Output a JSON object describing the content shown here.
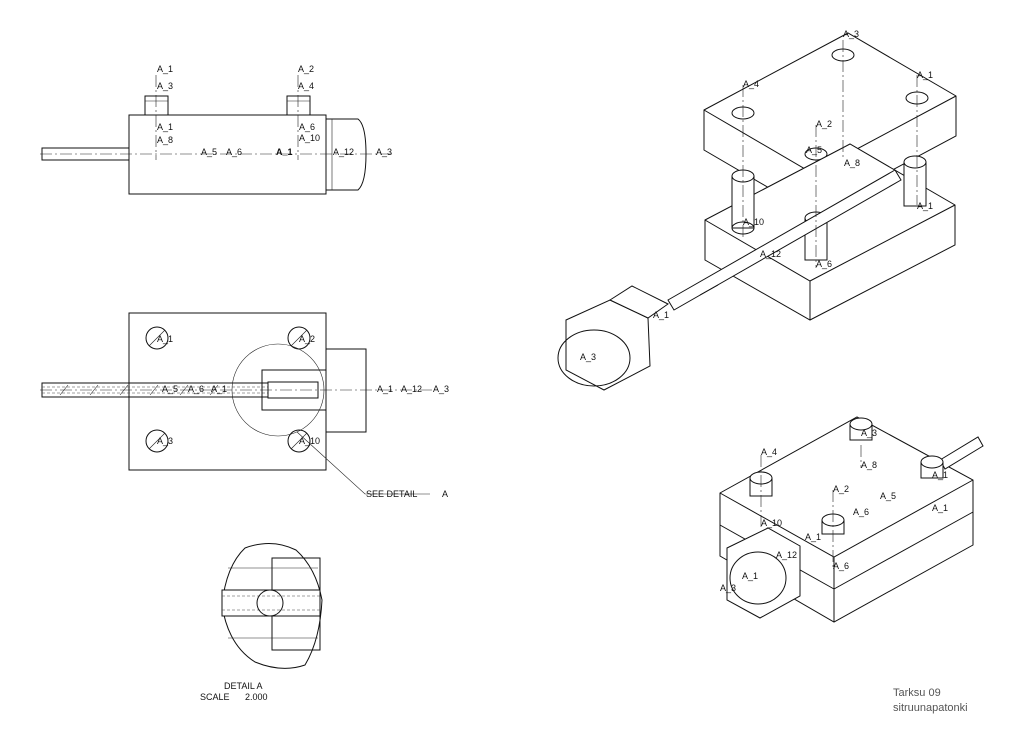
{
  "views": {
    "front": {
      "labels": [
        "A_1",
        "A_3",
        "A_1",
        "A_8",
        "A_5",
        "A_6",
        "A_1",
        "A_2",
        "A_4",
        "A_6",
        "A_10",
        "A_12",
        "A_3"
      ]
    },
    "top": {
      "labels": [
        "A_1",
        "A_2",
        "A_3",
        "A_10",
        "A_5",
        "A_6",
        "A_1",
        "A_1",
        "A_12",
        "A_3"
      ],
      "detail_callout": "SEE DETAIL",
      "detail_letter": "A"
    },
    "detail": {
      "title": "DETAIL A",
      "scale_label": "SCALE",
      "scale_value": "2.000"
    },
    "iso_exploded": {
      "labels": [
        "A_3",
        "A_4",
        "A_1",
        "A_2",
        "A_5",
        "A_8",
        "A_10",
        "A_1",
        "A_12",
        "A_6",
        "A_1",
        "A_3"
      ]
    },
    "iso_assembled": {
      "labels": [
        "A_3",
        "A_8",
        "A_4",
        "A_1",
        "A_2",
        "A_5",
        "A_6",
        "A_1",
        "A_10",
        "A_1",
        "A_12",
        "A_1",
        "A_3",
        "A_6"
      ]
    }
  },
  "title_block": {
    "line1": "Tarksu 09",
    "line2": "sitruunapatonki"
  }
}
